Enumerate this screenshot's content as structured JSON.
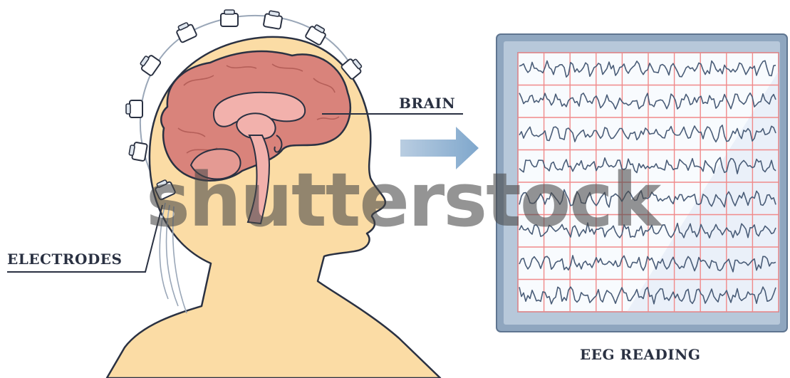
{
  "labels": {
    "electrodes": "ELECTRODES",
    "brain": "BRAIN",
    "eeg_reading": "EEG READING"
  },
  "watermark": "shutterstock",
  "colors": {
    "skin": "#fbdca5",
    "brain": "#d9837b",
    "brain_inner": "#f2b1ac",
    "outline": "#2a3142",
    "monitor_frame": "#8fa6bf",
    "grid": "#f08a8a",
    "wave": "#4a5d78",
    "arrow": "#8eb3d4"
  },
  "eeg": {
    "channel_count": 8,
    "grid_columns": 10
  }
}
